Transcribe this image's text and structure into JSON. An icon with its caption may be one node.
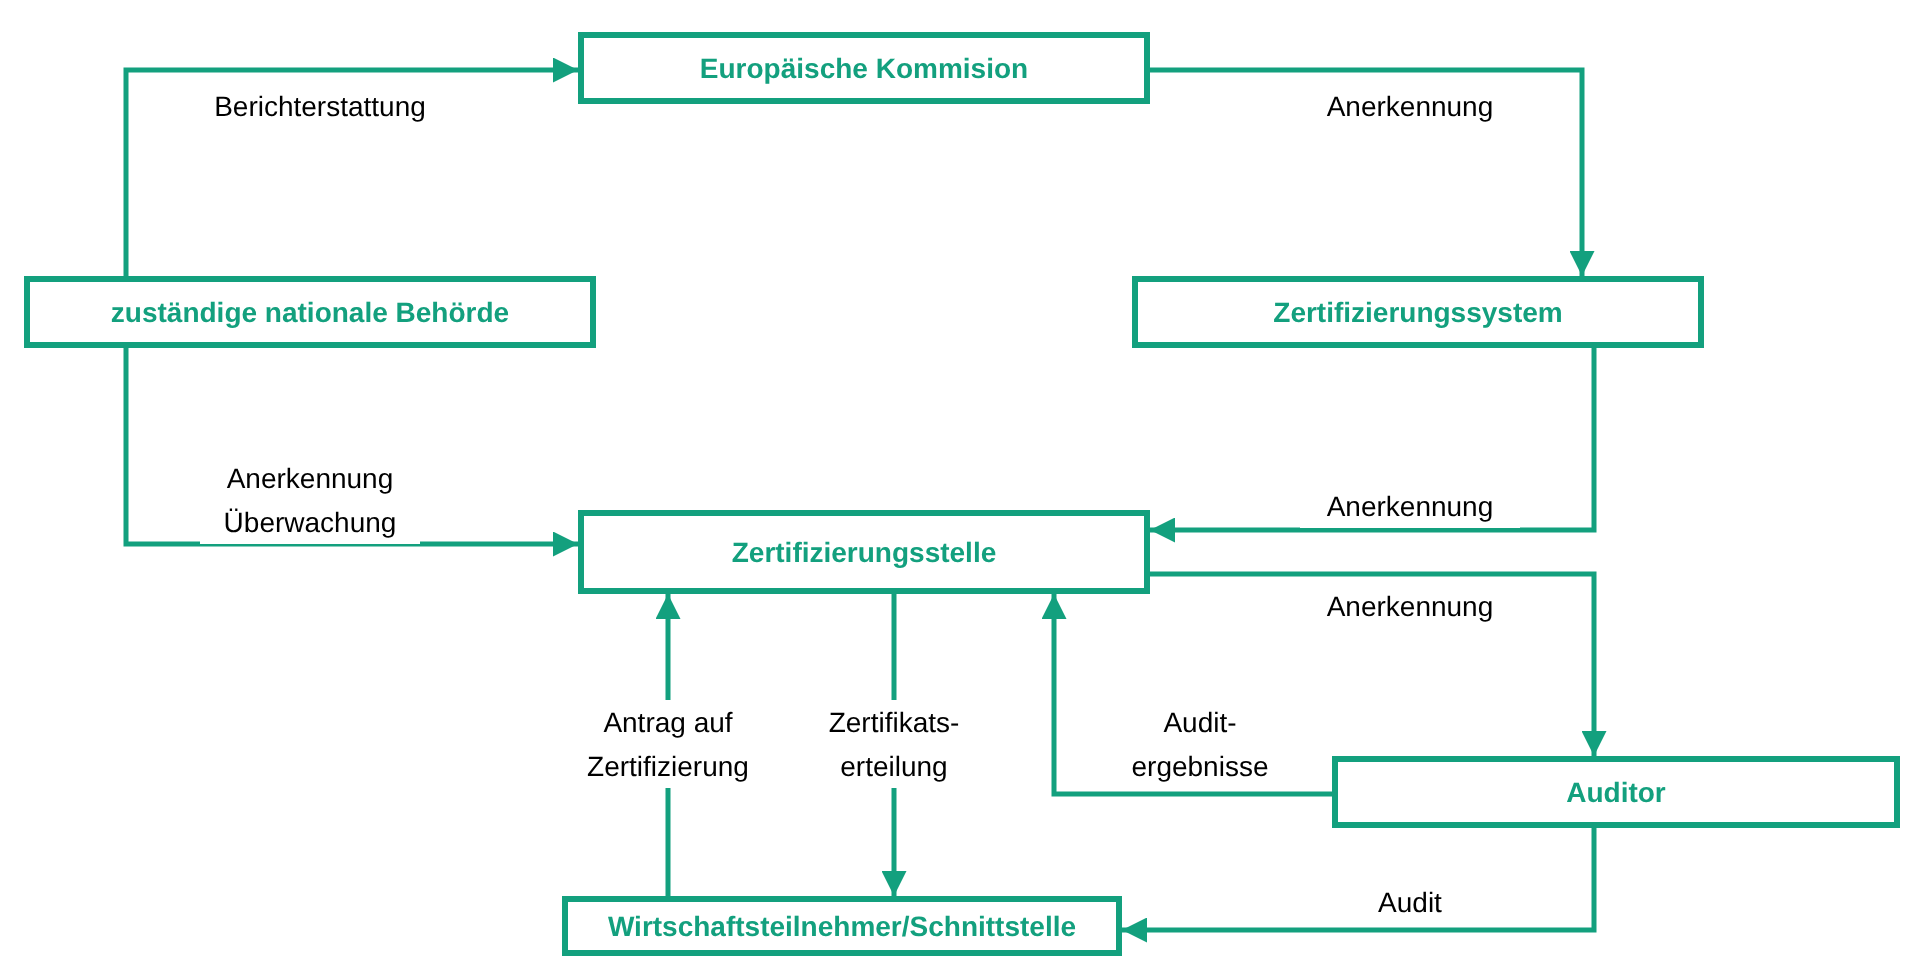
{
  "diagram": {
    "nodes": [
      {
        "text": [
          "Europäische Kommision"
        ]
      },
      {
        "text": [
          "zuständige nationale Behörde"
        ]
      },
      {
        "text": [
          "Zertifizierungssystem"
        ]
      },
      {
        "text": [
          "Zertifizierungsstelle"
        ]
      },
      {
        "text": [
          "Auditor"
        ]
      },
      {
        "text": [
          "Wirtschaftsteilnehmer/Schnittstelle"
        ]
      }
    ],
    "edges": [
      {
        "from": 1,
        "to": 0,
        "arrow": "to",
        "label": "Berichterstattung"
      },
      {
        "from": 0,
        "to": 2,
        "arrow": "to",
        "label": "Anerkennung"
      },
      {
        "from": 1,
        "to": 3,
        "arrow": "to",
        "label": "Anerkennung Überwachung"
      },
      {
        "from": 2,
        "to": 3,
        "arrow": "to",
        "label": "Anerkennung"
      },
      {
        "from": 3,
        "to": 4,
        "arrow": "to",
        "label": "Anerkennung"
      },
      {
        "from": 5,
        "to": 3,
        "arrow": "to",
        "label": "Antrag auf Zertifizierung"
      },
      {
        "from": 3,
        "to": 5,
        "arrow": "to",
        "label": "Zertifikats- erteilung"
      },
      {
        "from": 4,
        "to": 3,
        "arrow": "to",
        "label": "Audit- ergebnisse"
      },
      {
        "from": 4,
        "to": 5,
        "arrow": "to",
        "label": "Audit"
      }
    ]
  }
}
